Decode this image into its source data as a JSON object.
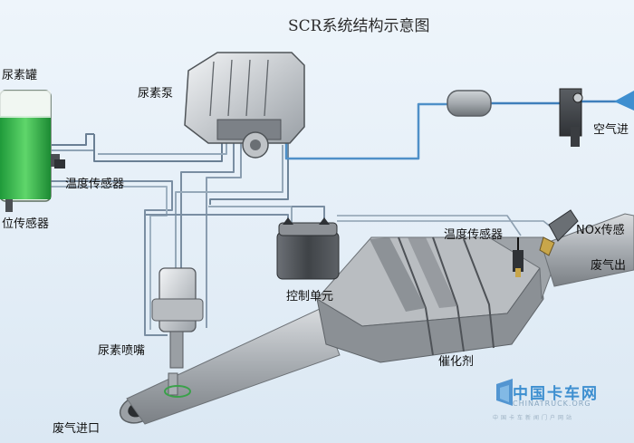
{
  "diagram": {
    "title": "SCR系统结构示意图",
    "labels": {
      "urea_tank": "尿素罐",
      "urea_pump": "尿素泵",
      "air_inlet": "空气进",
      "temp_sensor_tank": "温度传感器",
      "level_sensor": "位传感器",
      "control_unit": "控制单元",
      "temp_sensor_exhaust": "温度传感器",
      "nox_sensor": "NOx传感",
      "exhaust_outlet": "废气出",
      "urea_nozzle": "尿素喷嘴",
      "catalyst": "催化剂",
      "exhaust_inlet": "废气进口"
    }
  },
  "watermark": {
    "brand_cn": "中国卡车网",
    "brand_en": "CHINATRUCK.ORG",
    "tagline": "中国卡车新闻门户网站"
  }
}
